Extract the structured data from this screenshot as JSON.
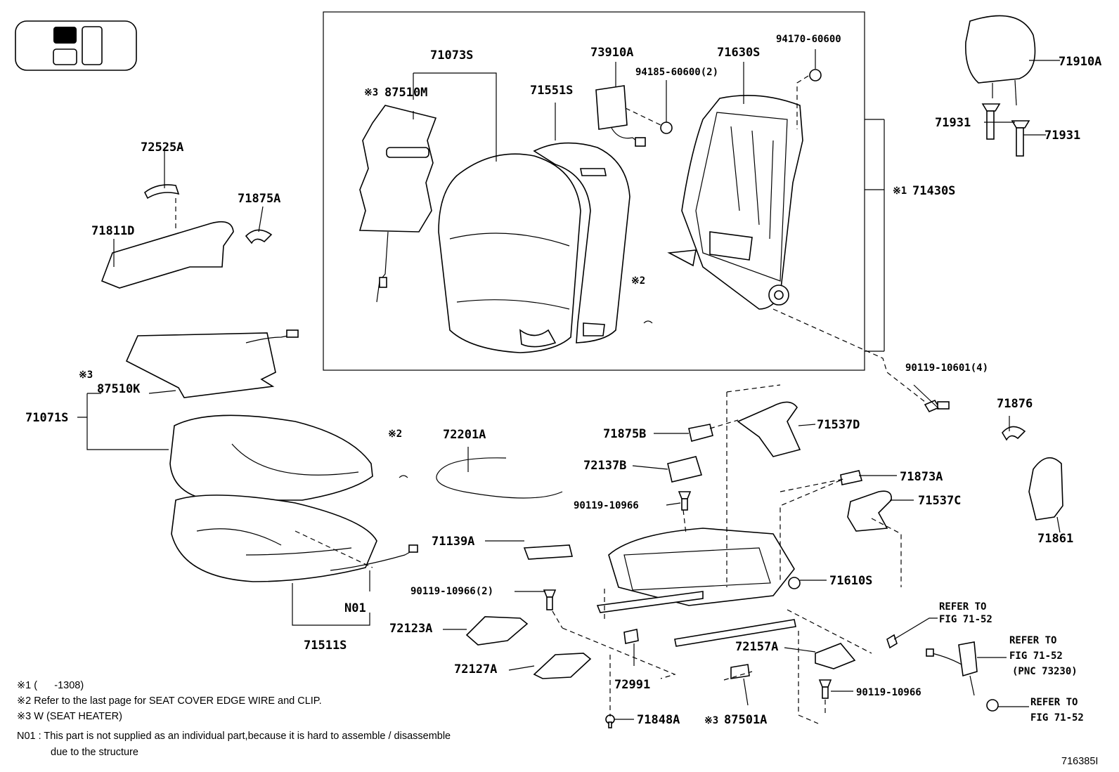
{
  "parts": {
    "p71073S": "71073S",
    "p87510M": "87510M",
    "p71551S": "71551S",
    "p73910A": "73910A",
    "p94185": "94185-60600(2)",
    "p71630S": "71630S",
    "p94170": "94170-60600",
    "p71430S": "71430S",
    "p71910A": "71910A",
    "p71931a": "71931",
    "p71931b": "71931",
    "p72525A": "72525A",
    "p71875A": "71875A",
    "p71811D": "71811D",
    "p87510K": "87510K",
    "p71071S": "71071S",
    "p71511S": "71511S",
    "pN01": "N01",
    "p72201A": "72201A",
    "p71139A": "71139A",
    "p90119_2": "90119-10966(2)",
    "p72123A": "72123A",
    "p72127A": "72127A",
    "p72991": "72991",
    "p71848A": "71848A",
    "p87501A": "87501A",
    "p71875B": "71875B",
    "p71537D": "71537D",
    "p72137B": "72137B",
    "p90119a": "90119-10966",
    "p71873A": "71873A",
    "p71537C": "71537C",
    "p71610S": "71610S",
    "p72157A": "72157A",
    "p90119b": "90119-10966",
    "p90119_10601": "90119-10601(4)",
    "p71876": "71876",
    "p71861": "71861"
  },
  "markers": {
    "m3a": "※3",
    "m3b": "※3",
    "m3c": "※3",
    "m1": "※1",
    "m2a": "※2",
    "m2b": "※2"
  },
  "refs": {
    "ref1_line1": "REFER TO",
    "ref1_line2": "FIG 71-52",
    "ref2_line1": "REFER TO",
    "ref2_line2": "FIG 71-52",
    "ref2_line3": "(PNC 73230)",
    "ref3_line1": "REFER TO",
    "ref3_line2": "FIG 71-52"
  },
  "notes": {
    "n1": "※1 (      -1308)",
    "n2": "※2 Refer to the last page for SEAT COVER EDGE WIRE and CLIP.",
    "n3": "※3 W (SEAT HEATER)",
    "n4a": "N01 : This part is not supplied as an individual part,because it is hard to assemble / disassemble",
    "n4b": "due to the structure"
  },
  "diagram_id": "716385I"
}
